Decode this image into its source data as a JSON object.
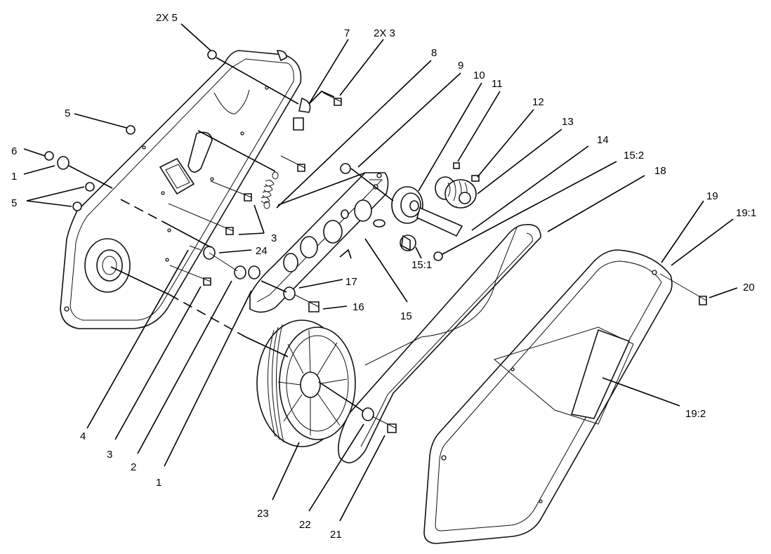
{
  "callouts": [
    {
      "id": "c-2x5-top",
      "text": "2X 5"
    },
    {
      "id": "c-7",
      "text": "7"
    },
    {
      "id": "c-2x3",
      "text": "2X 3"
    },
    {
      "id": "c-8",
      "text": "8"
    },
    {
      "id": "c-9",
      "text": "9"
    },
    {
      "id": "c-10",
      "text": "10"
    },
    {
      "id": "c-11",
      "text": "11"
    },
    {
      "id": "c-12",
      "text": "12"
    },
    {
      "id": "c-13",
      "text": "13"
    },
    {
      "id": "c-14",
      "text": "14"
    },
    {
      "id": "c-15-2",
      "text": "15:2"
    },
    {
      "id": "c-18",
      "text": "18"
    },
    {
      "id": "c-19",
      "text": "19"
    },
    {
      "id": "c-19-1",
      "text": "19:1"
    },
    {
      "id": "c-20",
      "text": "20"
    },
    {
      "id": "c-5-a",
      "text": "5"
    },
    {
      "id": "c-6",
      "text": "6"
    },
    {
      "id": "c-1-left",
      "text": "1"
    },
    {
      "id": "c-5-b",
      "text": "5"
    },
    {
      "id": "c-3-mid",
      "text": "3"
    },
    {
      "id": "c-24",
      "text": "24"
    },
    {
      "id": "c-17",
      "text": "17"
    },
    {
      "id": "c-16",
      "text": "16"
    },
    {
      "id": "c-15-1",
      "text": "15:1"
    },
    {
      "id": "c-15",
      "text": "15"
    },
    {
      "id": "c-19-2",
      "text": "19:2"
    },
    {
      "id": "c-4",
      "text": "4"
    },
    {
      "id": "c-3-low",
      "text": "3"
    },
    {
      "id": "c-2",
      "text": "2"
    },
    {
      "id": "c-1-low",
      "text": "1"
    },
    {
      "id": "c-23",
      "text": "23"
    },
    {
      "id": "c-22",
      "text": "22"
    },
    {
      "id": "c-21",
      "text": "21"
    }
  ]
}
